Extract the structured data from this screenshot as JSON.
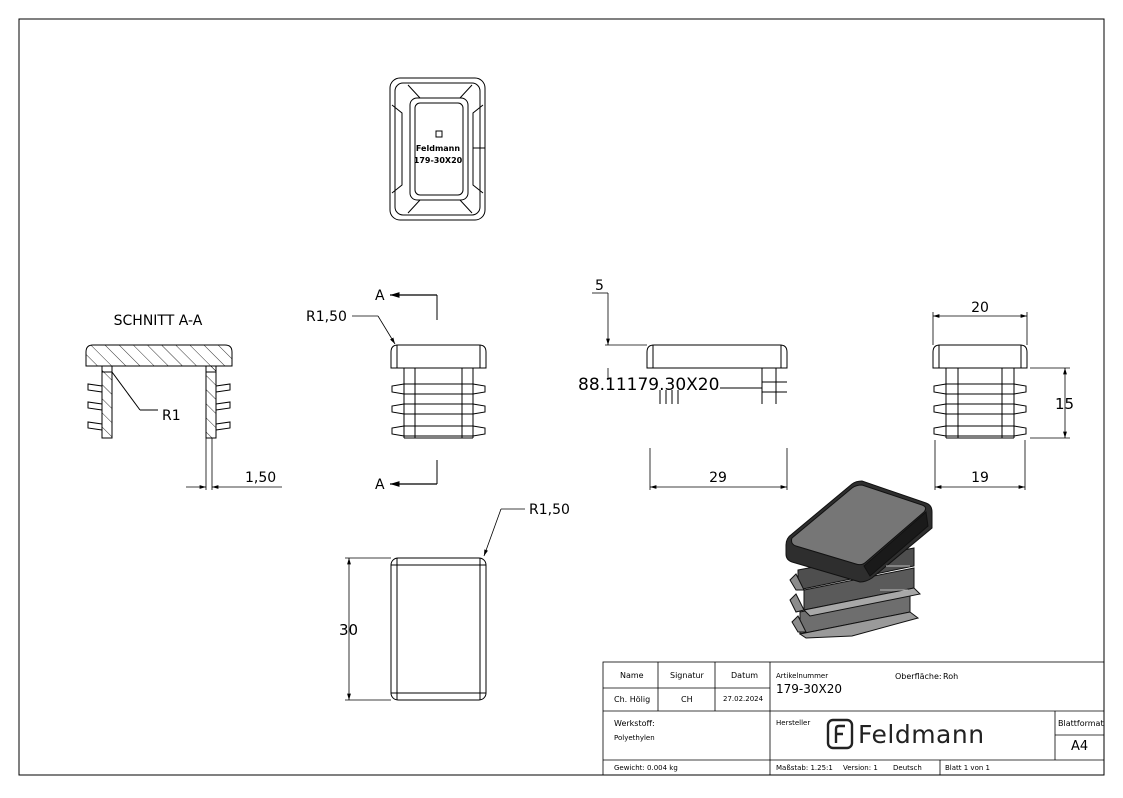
{
  "drawing": {
    "section_title": "SCHNITT A-A",
    "section_mark": "A",
    "dims": {
      "radius_small": "R1",
      "radius": "R1,50",
      "wall": "1,50",
      "top_height": "5",
      "length": "29",
      "width_top": "20",
      "width_body": "19",
      "height_body": "15",
      "height_plan": "30",
      "overlay_text": "88.11179.30X20"
    },
    "part_label": {
      "brand": "Feldmann",
      "code": "179-30X20"
    }
  },
  "title_block": {
    "name_header": "Name",
    "signatur_header": "Signatur",
    "datum_header": "Datum",
    "name_value": "Ch. Hölig",
    "signatur_value": "CH",
    "datum_value": "27.02.2024",
    "artikel_label": "Artikelnummer",
    "artikel_value": "179-30X20",
    "oberflaeche_label": "Oberfläche:",
    "oberflaeche_value": "Roh",
    "werkstoff_label": "Werkstoff:",
    "werkstoff_value": "Polyethylen",
    "hersteller_label": "Hersteller",
    "logo_text": "Feldmann",
    "blattformat_label": "Blattformat",
    "blattformat_value": "A4",
    "gewicht": "Gewicht: 0.004 kg",
    "massstab": "Maßstab: 1.25:1",
    "version": "Version: 1",
    "sprache": "Deutsch",
    "blatt": "Blatt 1 von 1"
  },
  "colors": {
    "line": "#000000",
    "shade_dark": "#3a3a3a",
    "shade_mid": "#7a7a7a",
    "shade_light": "#b5b5b5"
  }
}
